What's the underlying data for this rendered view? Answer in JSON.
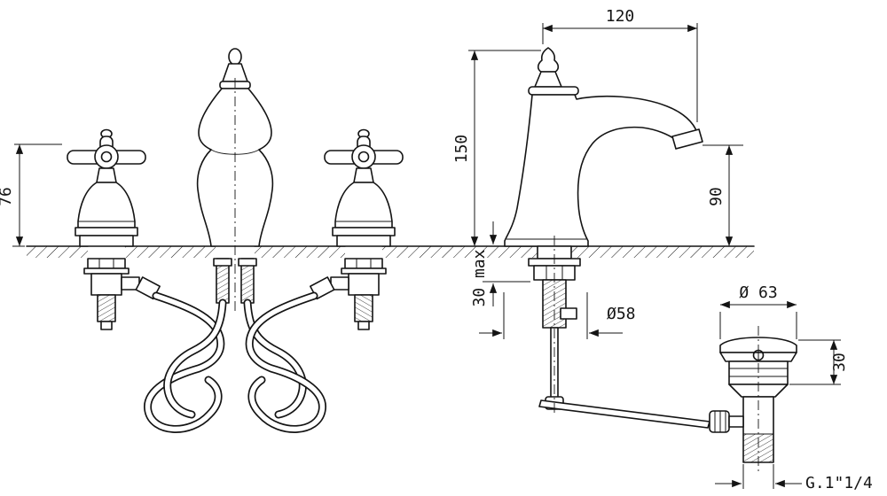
{
  "drawing": {
    "kind": "technical-dimension-drawing",
    "line_color": "#141414",
    "background": "#ffffff"
  },
  "labels": {
    "dim_120": "120",
    "dim_150": "150",
    "dim_90": "90",
    "dim_76": "76",
    "dim_30max": "30 max",
    "dim_d58": "Ø58",
    "dim_d63": "Ø 63",
    "dim_30": "30",
    "dim_thread": "G.1\"1/4"
  }
}
